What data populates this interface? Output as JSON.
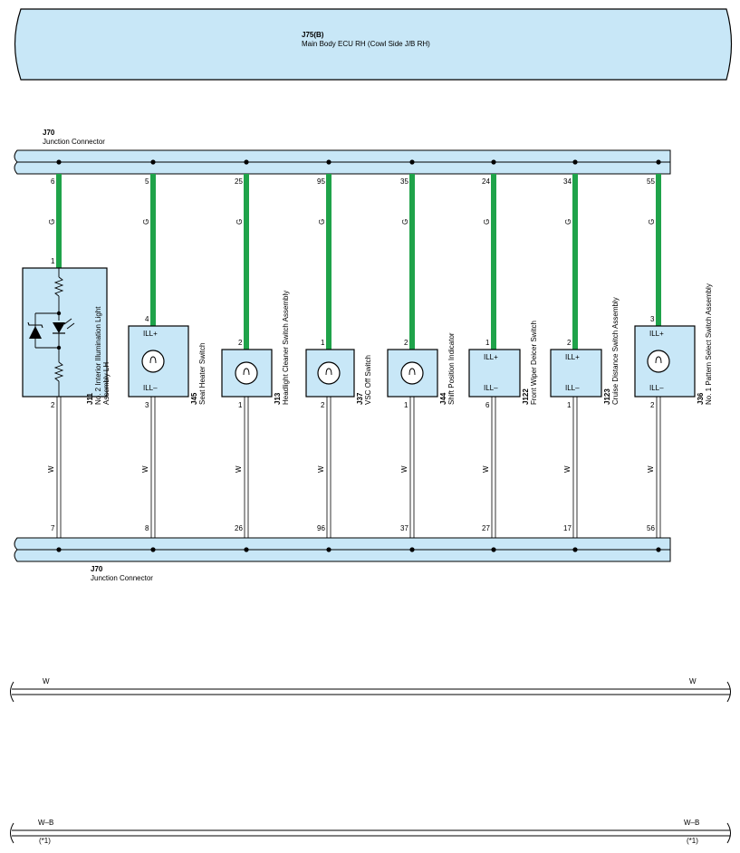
{
  "ecu": {
    "code": "J75(B)",
    "name": "Main Body ECU RH (Cowl Side J/B RH)"
  },
  "top_connector": {
    "code": "J70",
    "name": "Junction Connector"
  },
  "bottom_connector": {
    "code": "J70",
    "name": "Junction Connector"
  },
  "components": [
    {
      "code": "J11",
      "name_line1": "No. 2 Interior Illumination Light",
      "name_line2": "Assembly LH",
      "top_pin": "6",
      "top_color": "G",
      "in_pin": "1",
      "out_pin": "2",
      "bottom_color": "W",
      "bottom_pin": "7"
    },
    {
      "code": "J45",
      "name_line1": "Seat Heater Switch",
      "name_line2": "",
      "top_pin": "5",
      "top_color": "G",
      "in_pin": "4",
      "out_pin": "3",
      "bottom_color": "W",
      "bottom_pin": "8",
      "label_plus": "ILL+",
      "label_minus": "ILL–"
    },
    {
      "code": "J13",
      "name_line1": "Headlight Cleaner Switch Assembly",
      "name_line2": "",
      "top_pin": "25",
      "top_color": "G",
      "in_pin": "2",
      "out_pin": "1",
      "bottom_color": "W",
      "bottom_pin": "26"
    },
    {
      "code": "J37",
      "name_line1": "VSC Off Switch",
      "name_line2": "",
      "top_pin": "95",
      "top_color": "G",
      "in_pin": "1",
      "out_pin": "2",
      "bottom_color": "W",
      "bottom_pin": "96"
    },
    {
      "code": "J44",
      "name_line1": "Shift Position Indicator",
      "name_line2": "",
      "top_pin": "35",
      "top_color": "G",
      "in_pin": "2",
      "out_pin": "1",
      "bottom_color": "W",
      "bottom_pin": "37"
    },
    {
      "code": "J122",
      "name_line1": "Front Wiper Deicer Switch",
      "name_line2": "",
      "top_pin": "24",
      "top_color": "G",
      "in_pin": "1",
      "out_pin": "6",
      "bottom_color": "W",
      "bottom_pin": "27",
      "label_plus": "ILL+",
      "label_minus": "ILL–"
    },
    {
      "code": "J123",
      "name_line1": "Cruise Distance Switch Assembly",
      "name_line2": "",
      "top_pin": "34",
      "top_color": "G",
      "in_pin": "2",
      "out_pin": "1",
      "bottom_color": "W",
      "bottom_pin": "17",
      "label_plus": "ILL+",
      "label_minus": "ILL–"
    },
    {
      "code": "J36",
      "name_line1": "No. 1 Pattern Select Switch Assembly",
      "name_line2": "",
      "top_pin": "55",
      "top_color": "G",
      "in_pin": "3",
      "out_pin": "2",
      "bottom_color": "W",
      "bottom_pin": "56",
      "label_plus": "ILL+",
      "label_minus": "ILL–"
    }
  ],
  "through_wire_1": {
    "color_left": "W",
    "color_right": "W"
  },
  "through_wire_2": {
    "color_left": "W–B",
    "color_right": "W–B",
    "note_left": "(*1)",
    "note_right": "(*1)"
  },
  "colors": {
    "panel_fill": "#c8e7f7",
    "green_wire": "#1fa34a",
    "white_wire": "#ffffff",
    "outline": "#000000"
  }
}
